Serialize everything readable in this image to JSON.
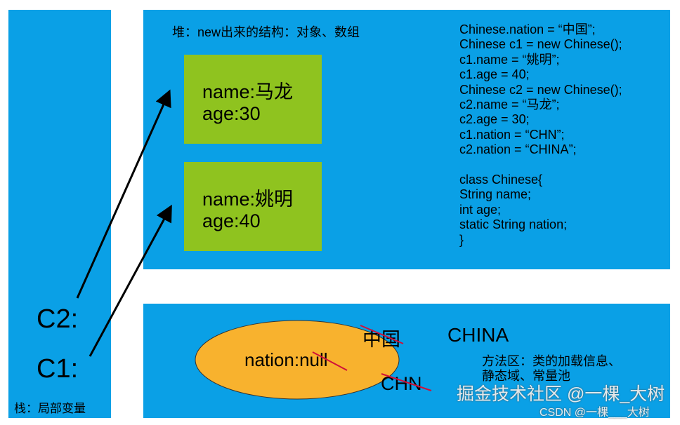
{
  "stack": {
    "label": "栈：局部变量",
    "vars": [
      "C2:",
      "C1:"
    ]
  },
  "heap": {
    "label": "堆：new出来的结构：对象、数组",
    "objects": [
      {
        "name": "name:马龙",
        "age": "age:30"
      },
      {
        "name": "name:姚明",
        "age": "age:40"
      }
    ],
    "code": [
      "Chinese.nation = “中国”;",
      "Chinese c1 = new Chinese();",
      "c1.name = “姚明”;",
      "c1.age = 40;",
      "Chinese c2 = new Chinese();",
      "c2.name = “马龙”;",
      "c2.age = 30;",
      "c1.nation = “CHN”;",
      "c2.nation = “CHINA”;",
      "",
      "class Chinese{",
      "String name;",
      "int age;",
      "static String nation;",
      "}"
    ]
  },
  "method_area": {
    "label_line1": "方法区：类的加载信息、",
    "label_line2": "静态域、常量池",
    "field": "nation:null",
    "values": [
      "中国",
      "CHN",
      "CHINA"
    ]
  },
  "watermark": {
    "main": "掘金技术社区 @一棵_大树",
    "sub": "CSDN @一棵___大树"
  },
  "colors": {
    "panel": "#0aa0e6",
    "object": "#8fc31f",
    "static_field": "#f8b22e",
    "strike": "#d0103a"
  }
}
